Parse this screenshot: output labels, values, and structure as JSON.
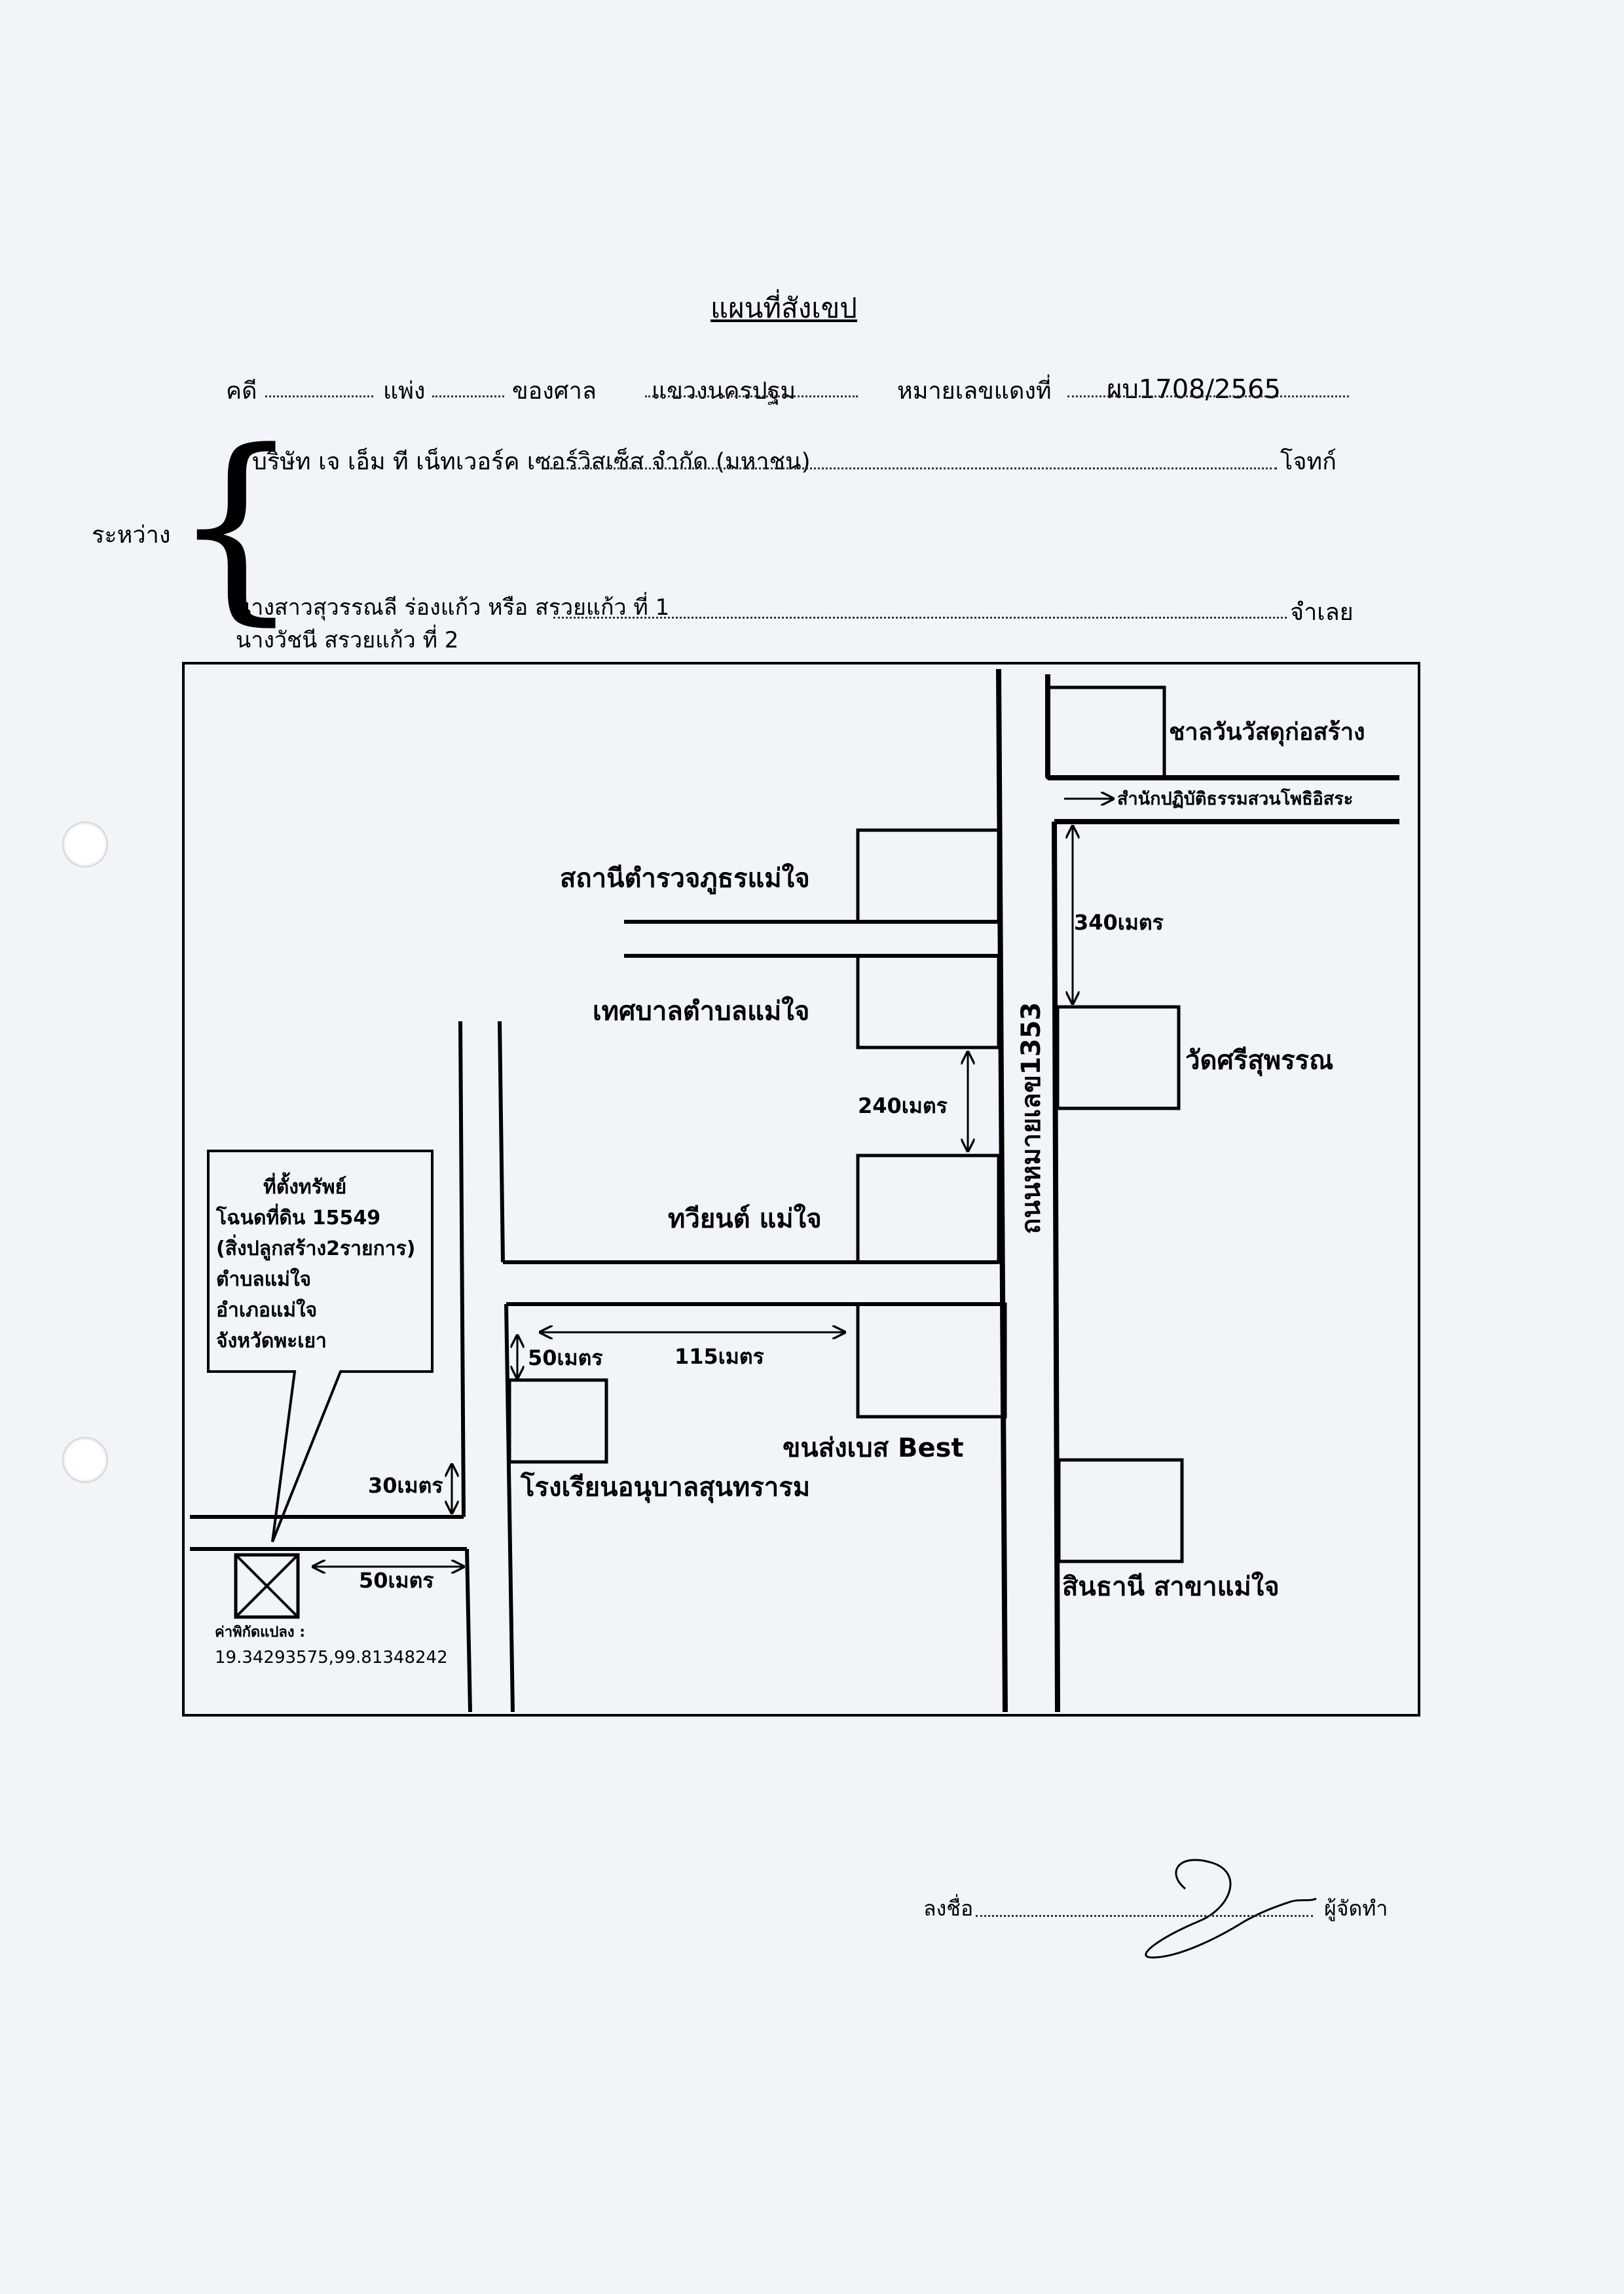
{
  "document": {
    "title": "แผนที่สังเขป",
    "case_label": "คดี",
    "case_type": "แพ่ง",
    "court_label": "ของศาล",
    "court_name": "แขวงนครปฐม",
    "red_no_label": "หมายเลขแดงที่",
    "red_no": "ผบ1708/2565",
    "between_label": "ระหว่าง",
    "plaintiff": "บริษัท เจ เอ็ม ที เน็ทเวอร์ค เซอร์วิสเซ็ส จำกัด (มหาชน)",
    "plaintiff_role": "โจทก์",
    "defendant_1": "นางสาวสุวรรณลี ร่องแก้ว หรือ สรวยแก้ว ที่ 1",
    "defendant_2": "นางวัชนี สรวยแก้ว ที่ 2",
    "defendant_role": "จำเลย",
    "sign_label": "ลงชื่อ",
    "preparer_label": "ผู้จัดทำ"
  },
  "map": {
    "landmarks": {
      "construction": "ชาลวันวัสดุก่อสร้าง",
      "meditation": "สำนักปฏิบัติธรรมสวนโพธิอิสระ",
      "police": "สถานีตำรวจภูธรแม่ใจ",
      "municipality": "เทศบาลตำบลแม่ใจ",
      "temple": "วัดศรีสุพรรณ",
      "tawiyon": "ทวียนต์ แม่ใจ",
      "school": "โรงเรียนอนุบาลสุนทรารม",
      "transport": "ขนส่งเบส Best",
      "bank": "สินธานี สาขาแม่ใจ"
    },
    "road_label": "ถนนหมายเลข1353",
    "distances": {
      "d340": "340เมตร",
      "d240": "240เมตร",
      "d115": "115เมตร",
      "d50_school": "50เมตร",
      "d30": "30เมตร",
      "d50_site": "50เมตร"
    },
    "property": {
      "heading": "ที่ตั้งทรัพย์",
      "deed": "โฉนดที่ดิน 15549",
      "buildings": "(สิ่งปลูกสร้าง2รายการ)",
      "subdistrict": "ตำบลแม่ใจ",
      "district": "อำเภอแม่ใจ",
      "province": "จังหวัดพะเยา"
    },
    "coords_label": "ค่าพิกัดแปลง :",
    "coords": "19.34293575,99.81348242"
  }
}
